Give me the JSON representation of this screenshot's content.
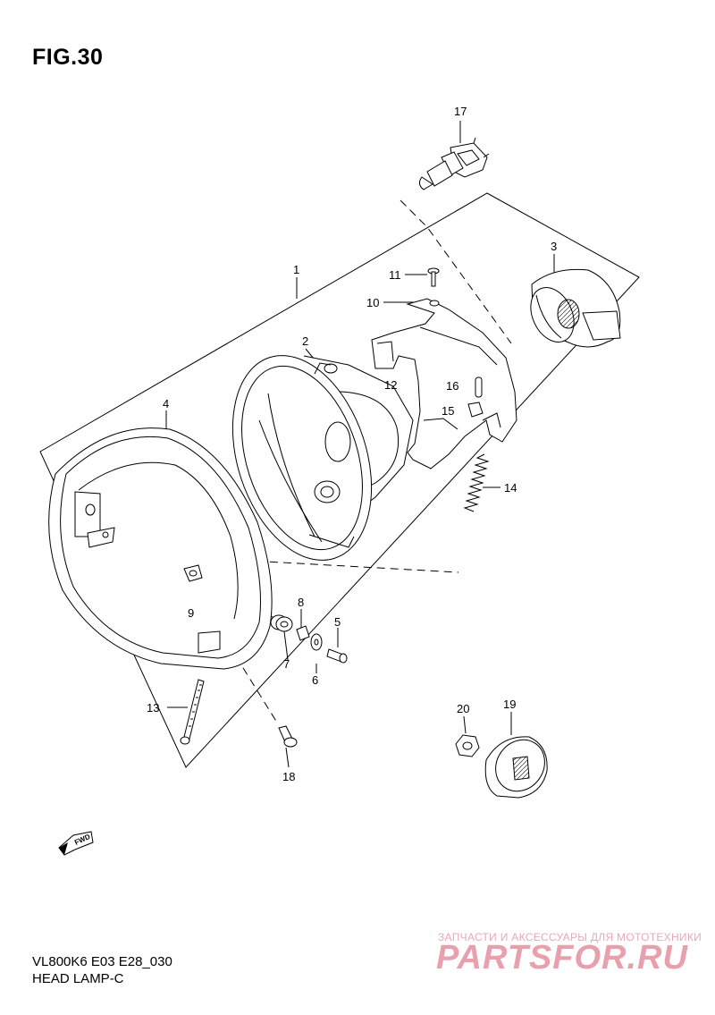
{
  "figure": {
    "title": "FIG.30"
  },
  "footer": {
    "model_code": "VL800K6 E03 E28_030",
    "section_name": "HEAD LAMP-C"
  },
  "fwd_label": "FWD",
  "watermark": {
    "tagline": "ЗАПЧАСТИ И АКСЕССУАРЫ ДЛЯ МОТОТЕХНИКИ",
    "brand": "PARTSFOR.RU"
  },
  "callouts": {
    "c1": "1",
    "c2": "2",
    "c3": "3",
    "c4": "4",
    "c5": "5",
    "c6": "6",
    "c7": "7",
    "c8": "8",
    "c9": "9",
    "c10": "10",
    "c11": "11",
    "c12": "12",
    "c13": "13",
    "c14": "14",
    "c15": "15",
    "c16": "16",
    "c17": "17",
    "c18": "18",
    "c19": "19",
    "c20": "20"
  }
}
